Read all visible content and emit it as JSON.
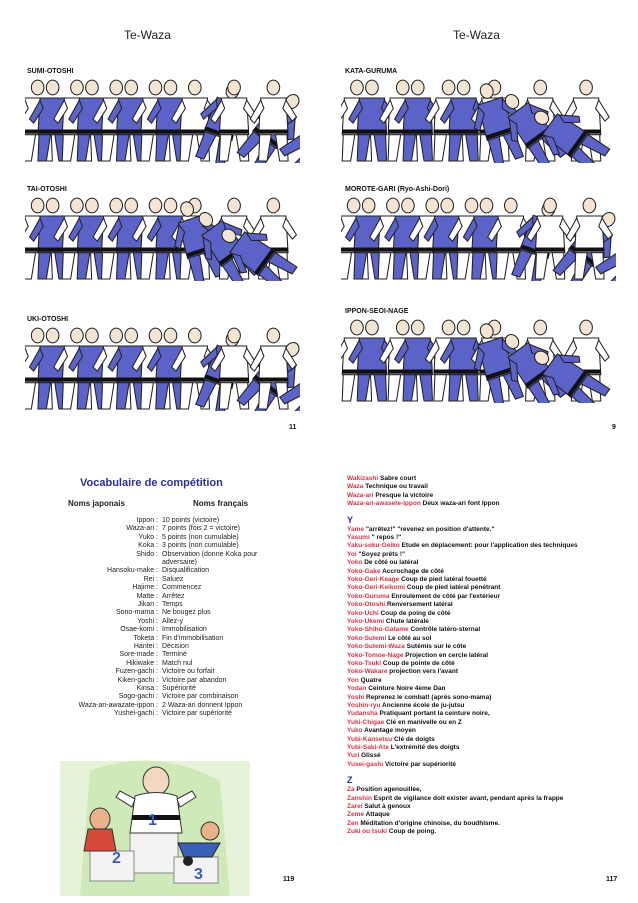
{
  "top_left": {
    "header": "Te-Waza",
    "techniques": [
      "SUMI-OTOSHI",
      "TAI-OTOSHI",
      "UKI-OTOSHI"
    ],
    "page_number": "11"
  },
  "top_right": {
    "header": "Te-Waza",
    "techniques": [
      "KATA-GURUMA",
      "MOROTE-GARI (Ryo-Ashi-Dori)",
      "IPPON-SEOI-NAGE"
    ],
    "page_number": "9"
  },
  "bottom_left": {
    "title": "Vocabulaire de compétition",
    "col_japanese": "Noms japonais",
    "col_french": "Noms français",
    "rows": [
      {
        "jp": "Ippon :",
        "fr": [
          "10 points (victoire)"
        ]
      },
      {
        "jp": "Waza-ari :",
        "fr": [
          "7 points (fois 2 = victoire)"
        ]
      },
      {
        "jp": "Yuko :",
        "fr": [
          "5 points (non cumulable)"
        ]
      },
      {
        "jp": "Koka :",
        "fr": [
          "3 points (non cumulable)"
        ]
      },
      {
        "jp": "Shido :",
        "fr": [
          "Observation (donne Koka pour",
          "adversaire)"
        ]
      },
      {
        "jp": "Hansoku-make :",
        "fr": [
          "Disqualification"
        ]
      },
      {
        "jp": "Rei :",
        "fr": [
          "Saluez"
        ]
      },
      {
        "jp": "Hajime :",
        "fr": [
          "Commencez"
        ]
      },
      {
        "jp": "Matte :",
        "fr": [
          "Arrêtez"
        ]
      },
      {
        "jp": "Jikan :",
        "fr": [
          "Temps"
        ]
      },
      {
        "jp": "Sono-mama :",
        "fr": [
          "Ne bougez plus"
        ]
      },
      {
        "jp": "Yoshi :",
        "fr": [
          "Allez-y"
        ]
      },
      {
        "jp": "Osae-komi :",
        "fr": [
          "Immobilisation"
        ]
      },
      {
        "jp": "Toketa :",
        "fr": [
          "Fin d'immobilisation"
        ]
      },
      {
        "jp": "Hantei :",
        "fr": [
          "Décision"
        ]
      },
      {
        "jp": "Sore-made :",
        "fr": [
          "Terminé"
        ]
      },
      {
        "jp": "Hikiwake :",
        "fr": [
          "Match nul"
        ]
      },
      {
        "jp": "Fuzen-gachi :",
        "fr": [
          "Victoire ou forfait"
        ]
      },
      {
        "jp": "Kiken-gachi :",
        "fr": [
          "Victoire par abandon"
        ]
      },
      {
        "jp": "Kinsa :",
        "fr": [
          "Supériorité"
        ]
      },
      {
        "jp": "Sogo-gachi :",
        "fr": [
          "Victoire par combinaison"
        ]
      },
      {
        "jp": "Waza-ari-awazate-ippon :",
        "fr": [
          "2 Waza-ari donnent Ippon"
        ]
      },
      {
        "jp": "Yushei-gachi :",
        "fr": [
          "Victoire par supériorité"
        ]
      }
    ],
    "podium_numbers": [
      "1",
      "2",
      "3"
    ],
    "page_number": "119"
  },
  "bottom_right": {
    "intro": [
      {
        "term": "Wakizashi",
        "def": "Sabre court"
      },
      {
        "term": "Waza",
        "def": "Technique ou travail"
      },
      {
        "term": "Waza-ari",
        "def": "Presque la victoire"
      },
      {
        "term": "Waza-ari-awasete-ippon",
        "def": "Deux waza-ari font Ippon"
      }
    ],
    "letter_y": "Y",
    "y_entries": [
      {
        "term": "Yame",
        "def": "\"arrêtez!\" \"revenez en position d'attente.\""
      },
      {
        "term": "Yasumi",
        "def": "\" repos !\""
      },
      {
        "term": "Yaku-soku-Geiko",
        "def": "Etude en déplacement: pour l'application des techniques"
      },
      {
        "term": "Yoi",
        "def": "\"Soyez prêts !\""
      },
      {
        "term": "Yoko",
        "def": "De côté ou latéral"
      },
      {
        "term": "Yoko-Gake",
        "def": "Accrochage de côté"
      },
      {
        "term": "Yoko-Geri-Keage",
        "def": "Coup de pied latéral fouetté"
      },
      {
        "term": "Yoko-Geri-Keikomi",
        "def": "Coup de pied latéral pénétrant"
      },
      {
        "term": "Yoko-Guruma",
        "def": "Enroulement de côté par l'extérieur"
      },
      {
        "term": "Yoko-Otoshi",
        "def": "Renversement latéral"
      },
      {
        "term": "Yoko-Uchi",
        "def": "Coup de poing de côté"
      },
      {
        "term": "Yoko-Ukemi",
        "def": "Chute latérale"
      },
      {
        "term": "Yoko-Shiho-Gatame",
        "def": "Contrôle latéro-sternal"
      },
      {
        "term": "Yoko-Sutemi",
        "def": "Le côté au sol"
      },
      {
        "term": "Yoko-Sutemi-Waza",
        "def": "Sutémis sur le côte"
      },
      {
        "term": "Yoko-Tomoe-Nage",
        "def": "Projection en cercle latéral"
      },
      {
        "term": "Yoko-Tsuki",
        "def": "Coup de pointe de côté"
      },
      {
        "term": "Yoko-Wakare",
        "def": "projection vers l'avant"
      },
      {
        "term": "Yon",
        "def": "Quatre"
      },
      {
        "term": "Yodan",
        "def": "Ceinture Noire 4ème Dan"
      },
      {
        "term": "Yoshi",
        "def": "Reprenez le combat! (après sono-mama)"
      },
      {
        "term": "Yoshin-ryu",
        "def": "Ancienne école de ju-jutsu"
      },
      {
        "term": "Yudansha",
        "def": "Pratiquant portant la ceinture noire,"
      },
      {
        "term": "Yuki-Chigae",
        "def": "Clé en manivelle ou en Z"
      },
      {
        "term": "Yuko",
        "def": "Avantage moyen"
      },
      {
        "term": "Yubi-Kansetsu",
        "def": "Clé de doigts"
      },
      {
        "term": "Yubi-Saki-Ate",
        "def": "L'extrémité des doigts"
      },
      {
        "term": "Yuri",
        "def": "Glissé"
      },
      {
        "term": "Yusei-gashi",
        "def": "Victoire par supériorité"
      }
    ],
    "letter_z": "Z",
    "z_entries": [
      {
        "term": "Za",
        "def": "Position agenouillée,"
      },
      {
        "term": "Zanshin",
        "def": "Esprit de vigilance doit exister avant, pendant après la frappe"
      },
      {
        "term": "Zarei",
        "def": "Salut à genoux"
      },
      {
        "term": "Zeme",
        "def": "Attaque"
      },
      {
        "term": "Zen",
        "def": "Méditation d'origine chinoise, du boudhisme."
      },
      {
        "term": "Zuki ou tsuki",
        "def": "Coup de poing."
      }
    ],
    "page_number": "117"
  },
  "colors": {
    "gi_blue": "#5b63c9",
    "gi_white": "#ffffff",
    "term_red": "#d6334a",
    "title_blue": "#2d2f9a",
    "belt": "#111111"
  }
}
